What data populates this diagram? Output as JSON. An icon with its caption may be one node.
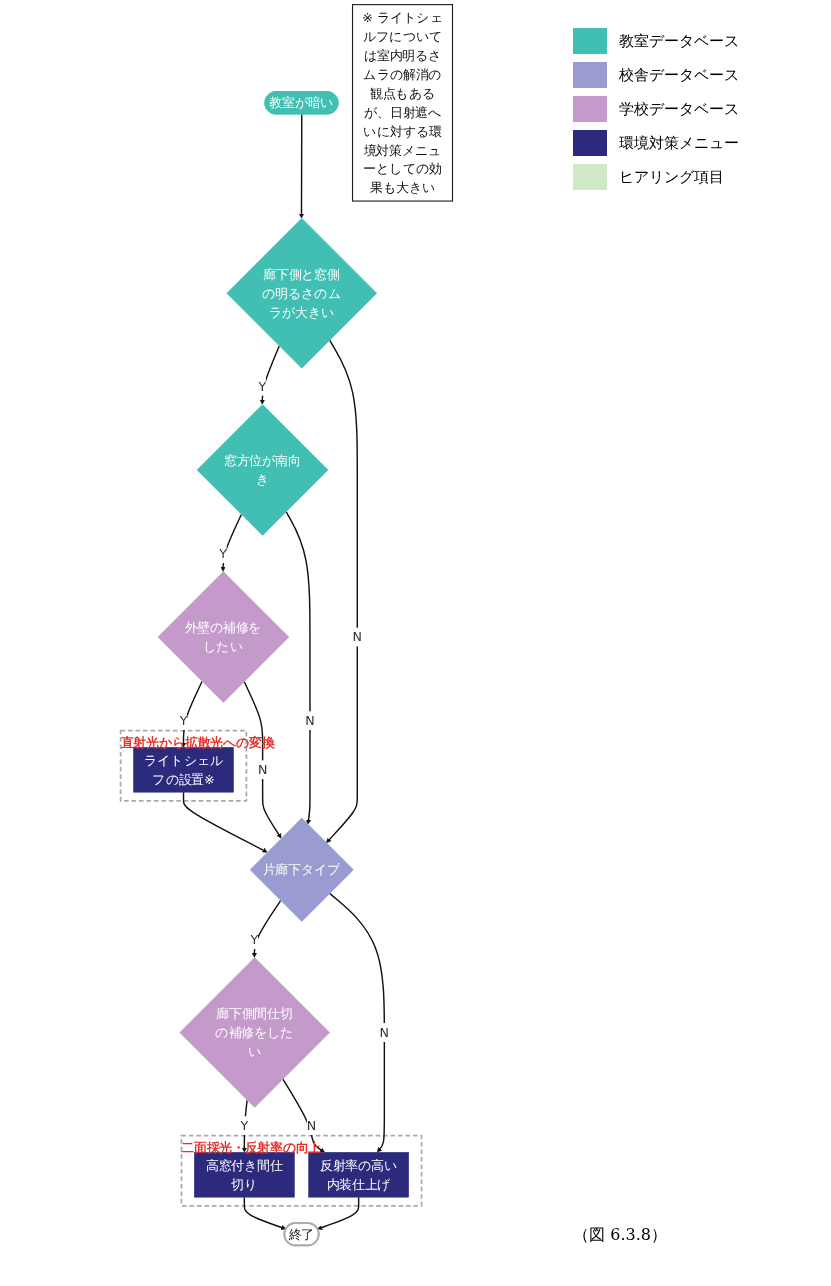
{
  "diagram": {
    "nodes": [
      {
        "text": [
          "教室が暗い"
        ]
      },
      {
        "text": [
          "廊下側と窓側の明るさのムラが大きい"
        ]
      },
      {
        "text": [
          "窓方位が南向き"
        ]
      },
      {
        "text": [
          "外壁の補修をしたい"
        ]
      },
      {
        "text": [
          "直射光から拡散光への変換"
        ]
      },
      {
        "text": [
          "ライトシェルフの設置※"
        ],
        "in": 4
      },
      {
        "text": [
          "片廊下タイプ"
        ]
      },
      {
        "text": [
          "廊下側間仕切の補修をしたい"
        ]
      },
      {
        "text": [
          "二面採光・反射率の向上"
        ]
      },
      {
        "text": [
          "高窓付き間仕切り"
        ],
        "in": 8
      },
      {
        "text": [
          "反射率の高い内装仕上げ"
        ],
        "in": 8
      },
      {
        "text": [
          "終了"
        ]
      },
      {
        "text": [
          "※ ライトシェルフについては室内明るさムラの解消の観点もあるが、日射遮へいに対する環境対策メニューとしての効果も大きい"
        ]
      }
    ],
    "edges": [
      {
        "from": 0,
        "to": 1,
        "arrow": "to"
      },
      {
        "from": 1,
        "to": 2,
        "arrow": "to",
        "label": "Y"
      },
      {
        "from": 2,
        "to": 3,
        "arrow": "to",
        "label": "Y"
      },
      {
        "from": 3,
        "to": 5,
        "arrow": "to",
        "label": "Y"
      },
      {
        "from": 1,
        "to": 6,
        "arrow": "to",
        "label": "N"
      },
      {
        "from": 2,
        "to": 6,
        "arrow": "to",
        "label": "N"
      },
      {
        "from": 3,
        "to": 6,
        "arrow": "to",
        "label": "N"
      },
      {
        "from": 5,
        "to": 6,
        "arrow": "to"
      },
      {
        "from": 6,
        "to": 7,
        "arrow": "to",
        "label": "Y"
      },
      {
        "from": 6,
        "to": 10,
        "arrow": "to",
        "label": "N"
      },
      {
        "from": 7,
        "to": 9,
        "arrow": "to",
        "label": "Y"
      },
      {
        "from": 7,
        "to": 10,
        "arrow": "to",
        "label": "N"
      },
      {
        "from": 9,
        "to": 11,
        "arrow": "to"
      },
      {
        "from": 10,
        "to": 11,
        "arrow": "to"
      }
    ],
    "labels": [
      "（図 6.3.8）"
    ],
    "legend": [
      {
        "text": "教室データベース",
        "color": "#40bfb2"
      },
      {
        "text": "校舎データベース",
        "color": "#9a9bd0"
      },
      {
        "text": "学校データベース",
        "color": "#c49acb"
      },
      {
        "text": "環境対策メニュー",
        "color": "#2c2a7d"
      },
      {
        "text": "ヒアリング項目",
        "color": "#cfe8c8"
      }
    ]
  }
}
